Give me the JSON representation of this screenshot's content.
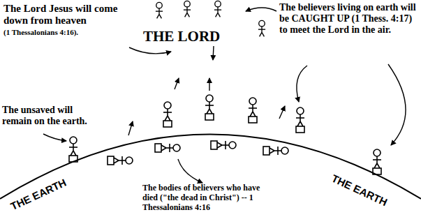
{
  "diagram": {
    "labels": [
      "The Lord Jesus will come down from heaven",
      "(1 Thessalonians 4:16).",
      "THE LORD",
      "The believers living on earth will be CAUGHT UP (1 Thess. 4:17) to meet the Lord in the air.",
      "The unsaved will remain on the earth.",
      "THE EARTH",
      "THE EARTH",
      "The bodies of believers who have died (\"the dead in Christ\") -- 1 Thessalonians 4:16"
    ]
  }
}
